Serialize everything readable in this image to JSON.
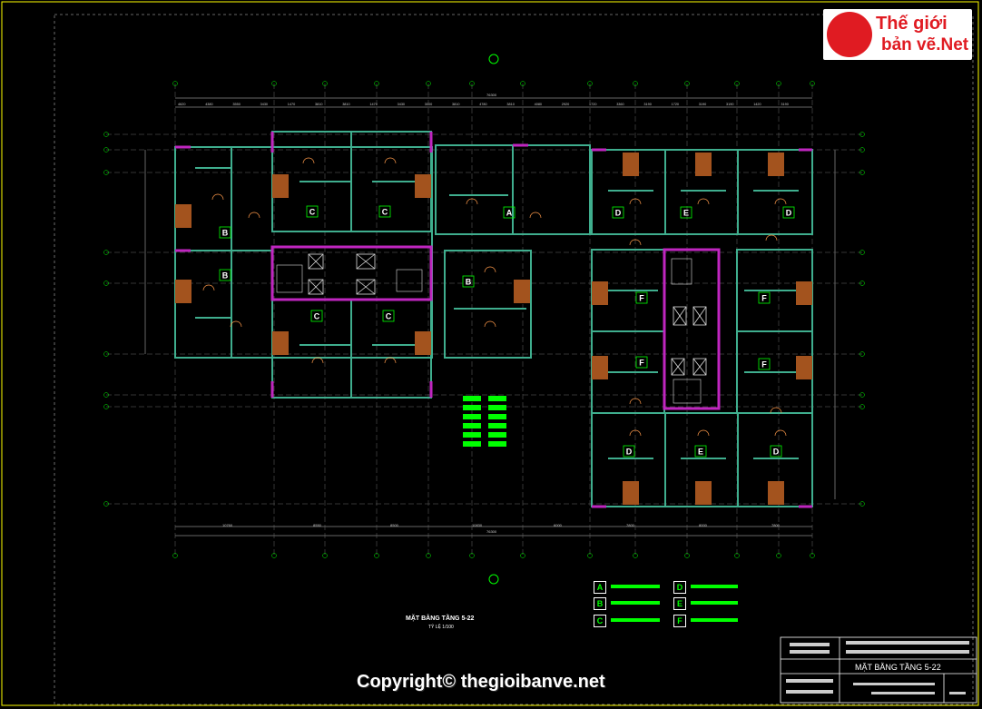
{
  "logo": {
    "line1": "Thế giới",
    "line2": "bản vẽ.Net"
  },
  "watermark": "Copyright© thegioibanve.net",
  "drawing": {
    "title": "MẶT BẰNG TẦNG 5-22",
    "scale": "TỶ LỆ 1/100",
    "overall_dim": "76300",
    "top_dims": [
      "4620",
      "4380",
      "3550",
      "3430",
      "1470",
      "3810",
      "3810",
      "1470",
      "3430",
      "3000",
      "3810",
      "4780",
      "3810",
      "4080",
      "2920",
      "1720",
      "3360",
      "3190",
      "1720",
      "3190",
      "3190",
      "1420",
      "3190"
    ],
    "bottom_dims": [
      "10760",
      "8550",
      "8500",
      "10830",
      "6000",
      "7800",
      "8000",
      "7800"
    ],
    "room_labels": [
      "A",
      "B",
      "B",
      "B",
      "C",
      "C",
      "C",
      "C",
      "D",
      "D",
      "D",
      "D",
      "E",
      "E",
      "F",
      "F",
      "F",
      "F"
    ]
  },
  "legend": [
    {
      "letter": "A"
    },
    {
      "letter": "B"
    },
    {
      "letter": "C"
    },
    {
      "letter": "D"
    },
    {
      "letter": "E"
    },
    {
      "letter": "F"
    }
  ],
  "title_block": {
    "sheet_name": "MẶT BẰNG TẦNG 5-22"
  },
  "colors": {
    "wall": "#3fae8e",
    "core": "#c026c0",
    "accent": "#00ff00",
    "door": "#b0b0b0",
    "wood": "#a3531e",
    "frame": "#ffff00"
  }
}
